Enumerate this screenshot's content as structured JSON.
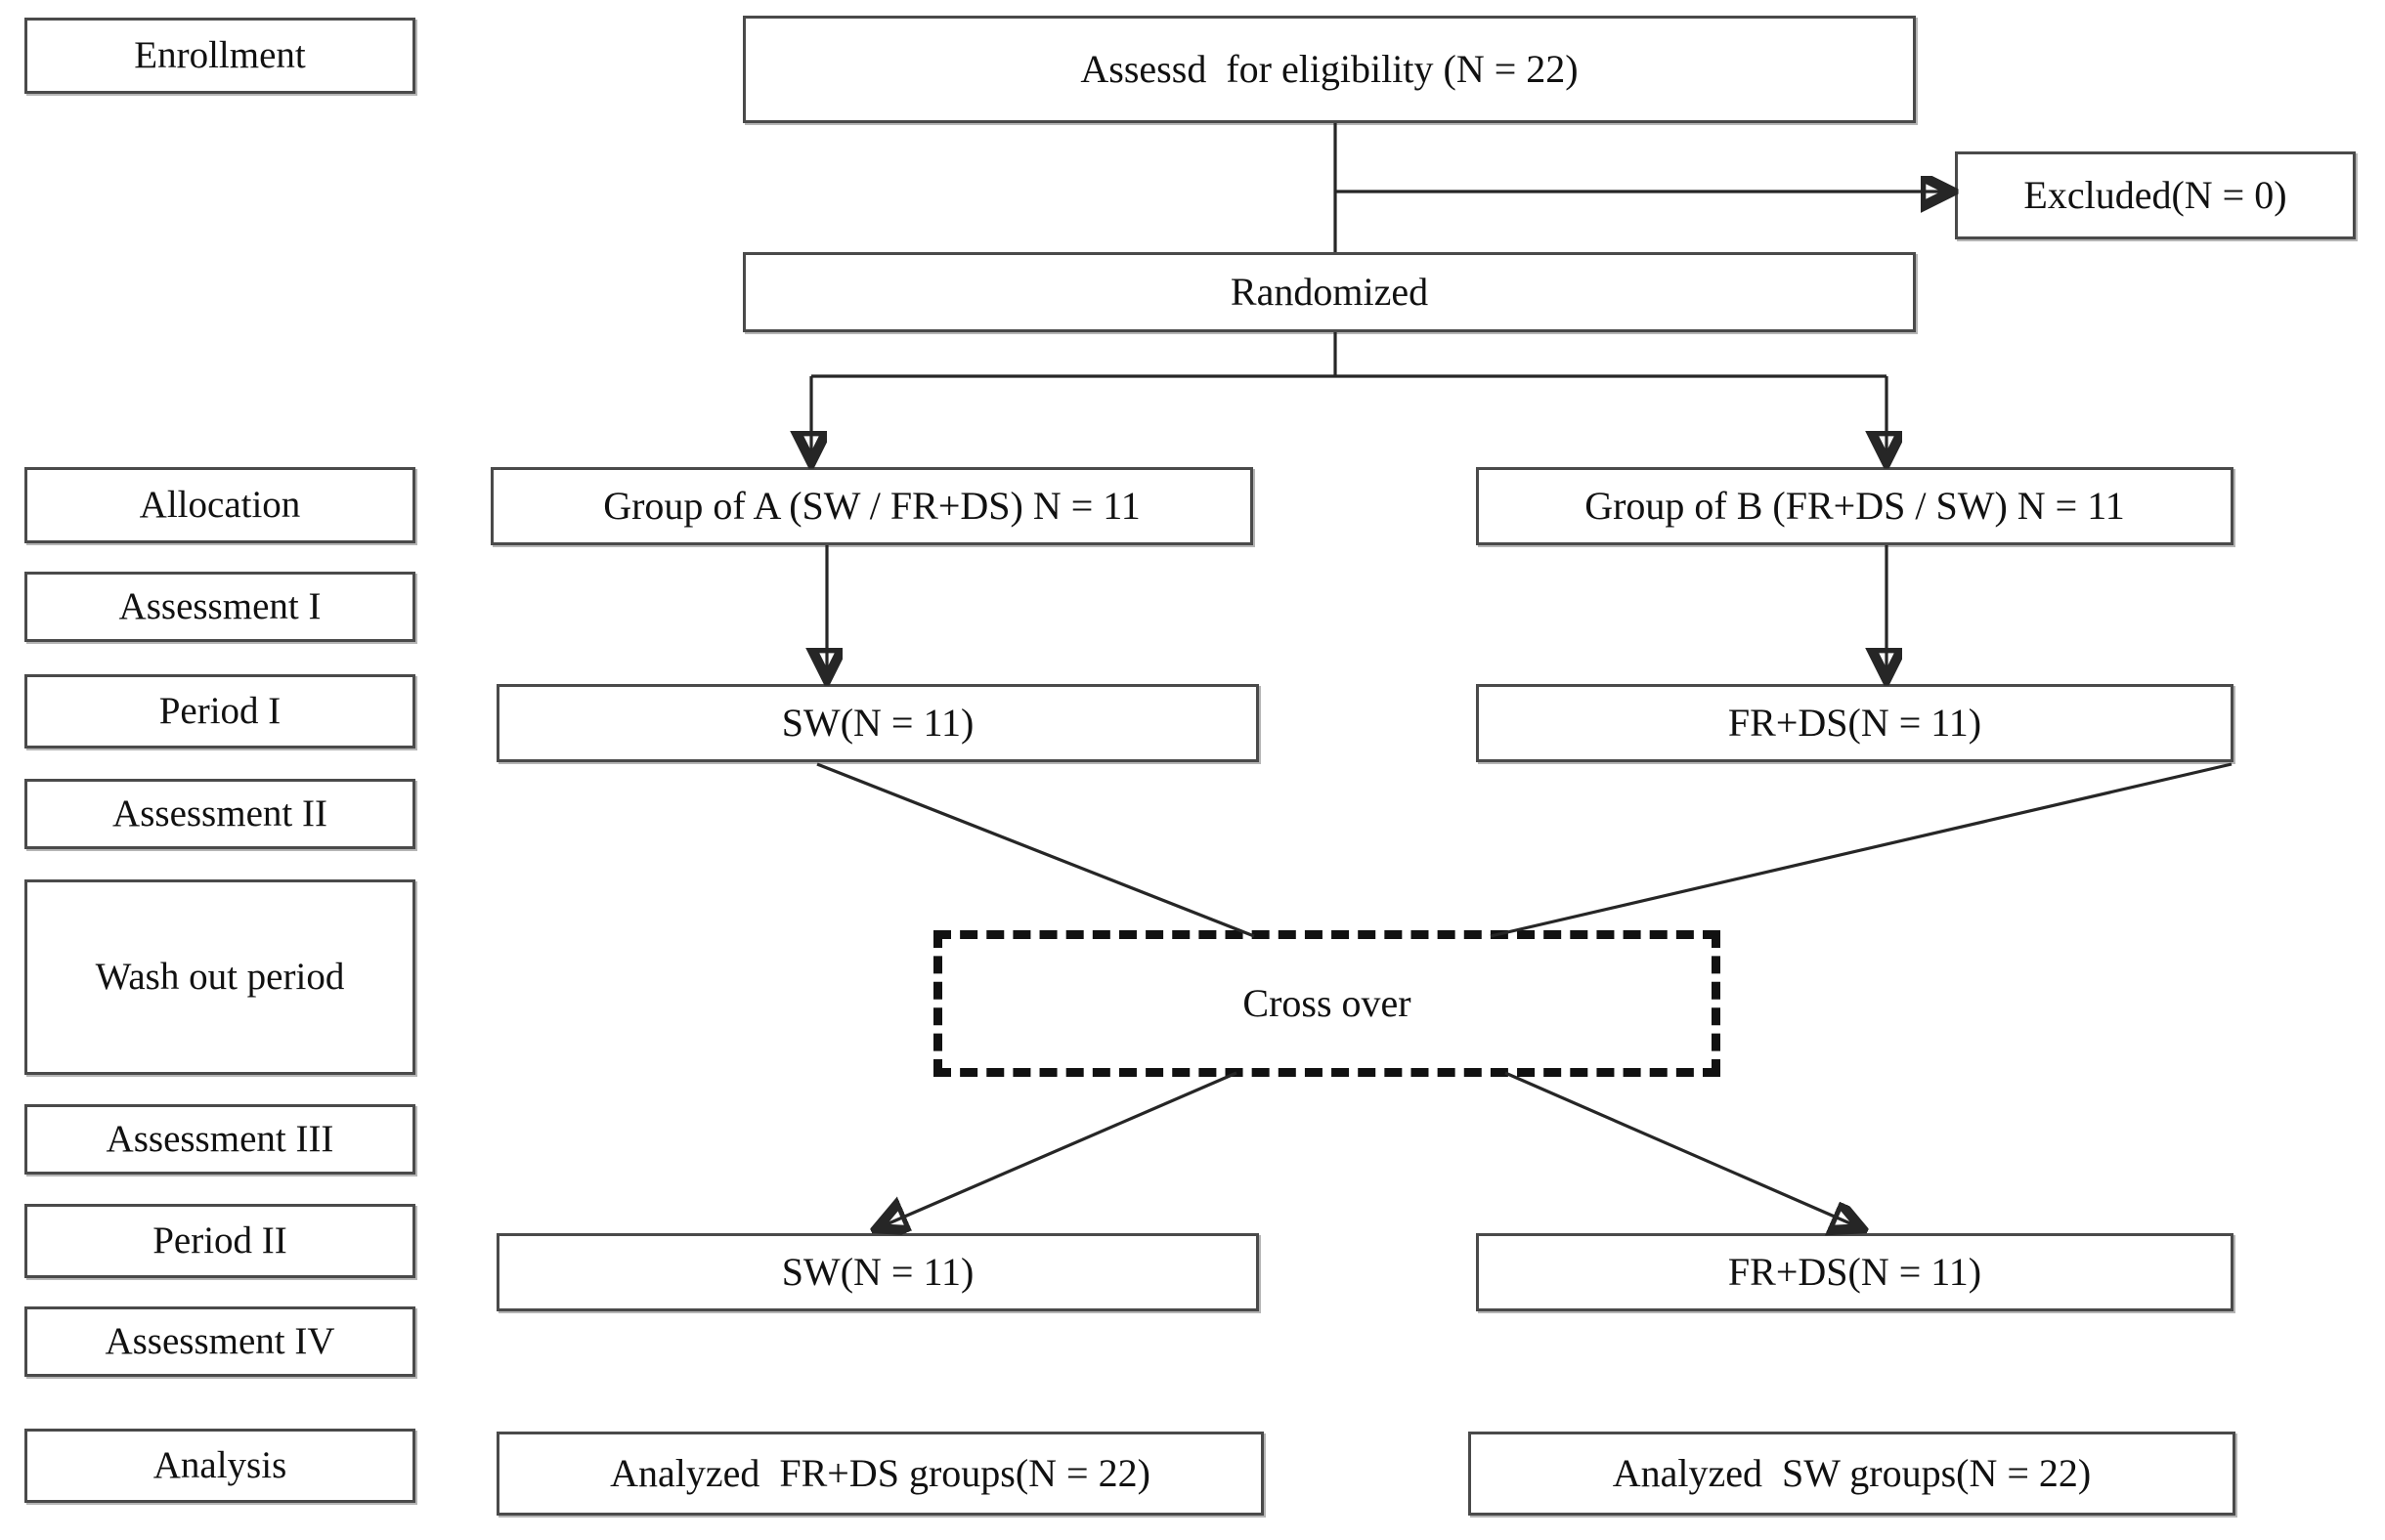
{
  "diagram": {
    "title": "CONSORT crossover trial flow diagram",
    "background_color": "#ffffff",
    "line_color": "#262626",
    "box_border_color": "#4a4a4a",
    "dashed_box_border_color": "#111111",
    "stages": [
      {
        "key": "enrollment",
        "label": "Enrollment"
      },
      {
        "key": "allocation",
        "label": "Allocation"
      },
      {
        "key": "assessment_1",
        "label": "Assessment I"
      },
      {
        "key": "period_1",
        "label": "Period I"
      },
      {
        "key": "assessment_2",
        "label": "Assessment II"
      },
      {
        "key": "wash_out",
        "label": "Wash out period"
      },
      {
        "key": "assessment_3",
        "label": "Assessment III"
      },
      {
        "key": "period_2",
        "label": "Period II"
      },
      {
        "key": "assessment_4",
        "label": "Assessment IV"
      },
      {
        "key": "analysis",
        "label": "Analysis"
      }
    ],
    "nodes": {
      "assessed": "Assessd  for eligibility (N = 22)",
      "excluded": "Excluded(N = 0)",
      "randomized": "Randomized",
      "group_a": "Group of A (SW / FR+DS) N = 11",
      "group_b": "Group of B (FR+DS / SW) N = 11",
      "period1_left": "SW(N = 11)",
      "period1_right": "FR+DS(N = 11)",
      "crossover": "Cross over",
      "period2_left": "SW(N = 11)",
      "period2_right": "FR+DS(N = 11)",
      "analysis_left": "Analyzed  FR+DS groups(N = 22)",
      "analysis_right": "Analyzed  SW groups(N = 22)"
    },
    "counts": {
      "assessed_n": 22,
      "excluded_n": 0,
      "group_a_n": 11,
      "group_b_n": 11,
      "analyzed_n": 22
    }
  }
}
